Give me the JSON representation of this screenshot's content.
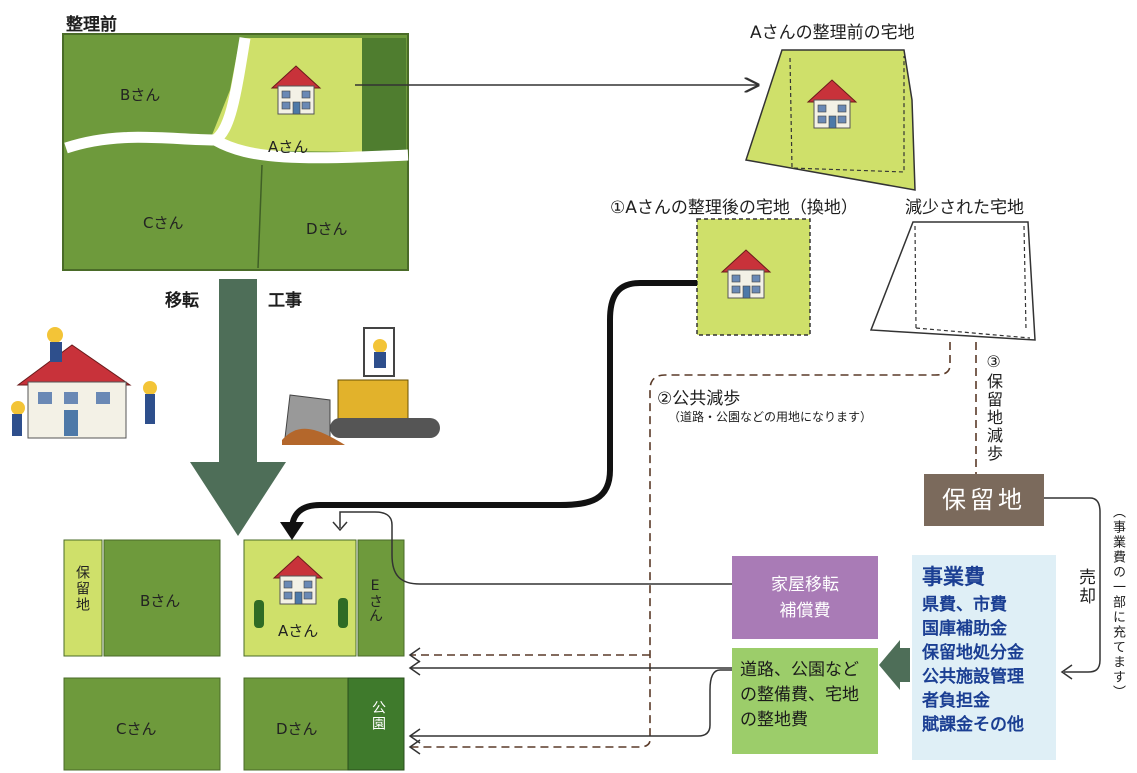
{
  "title_before": "整理前",
  "label_a_before_land": "Aさんの整理前の宅地",
  "label_a_after_land": "①Aさんの整理後の宅地（換地）",
  "label_reduced_land": "減少された宅地",
  "label_relocation": "移転",
  "label_construction": "工事",
  "label_public_reduction": "②公共減歩",
  "label_public_reduction_note": "（道路・公園などの用地になります）",
  "label_reserve_reduction": "③保留地減歩",
  "label_reserve_land": "保留地",
  "label_sale": "売却",
  "label_sale_note": "（事業費の一部に充てます）",
  "map_before": {
    "b": "Bさん",
    "a": "Aさん",
    "c": "Cさん",
    "d": "Dさん"
  },
  "map_after": {
    "reserve": "保留地",
    "b": "Bさん",
    "a": "Aさん",
    "e": "Eさん",
    "c": "Cさん",
    "d": "Dさん",
    "park": "公園"
  },
  "box_house_compensation": {
    "line1": "家屋移転",
    "line2": "補償費"
  },
  "box_road_park": {
    "line1": "道路、公園など",
    "line2": "の整備費、宅地",
    "line3": "の整地費"
  },
  "box_project_cost": {
    "head": "事業費",
    "items": [
      "県費、市費",
      "国庫補助金",
      "保留地処分金",
      "公共施設管理",
      "者負担金",
      "賦課金その他"
    ]
  },
  "colors": {
    "field_green": "#6e9a3c",
    "light_green": "#cfe06a",
    "arrow_dark": "#4e6e58",
    "reserve_box": "#7b6a5c",
    "purple_box": "#a97bb6",
    "green_box": "#9ccd6a",
    "blue_box": "#dfeff6",
    "house_roof": "#c8323a"
  }
}
